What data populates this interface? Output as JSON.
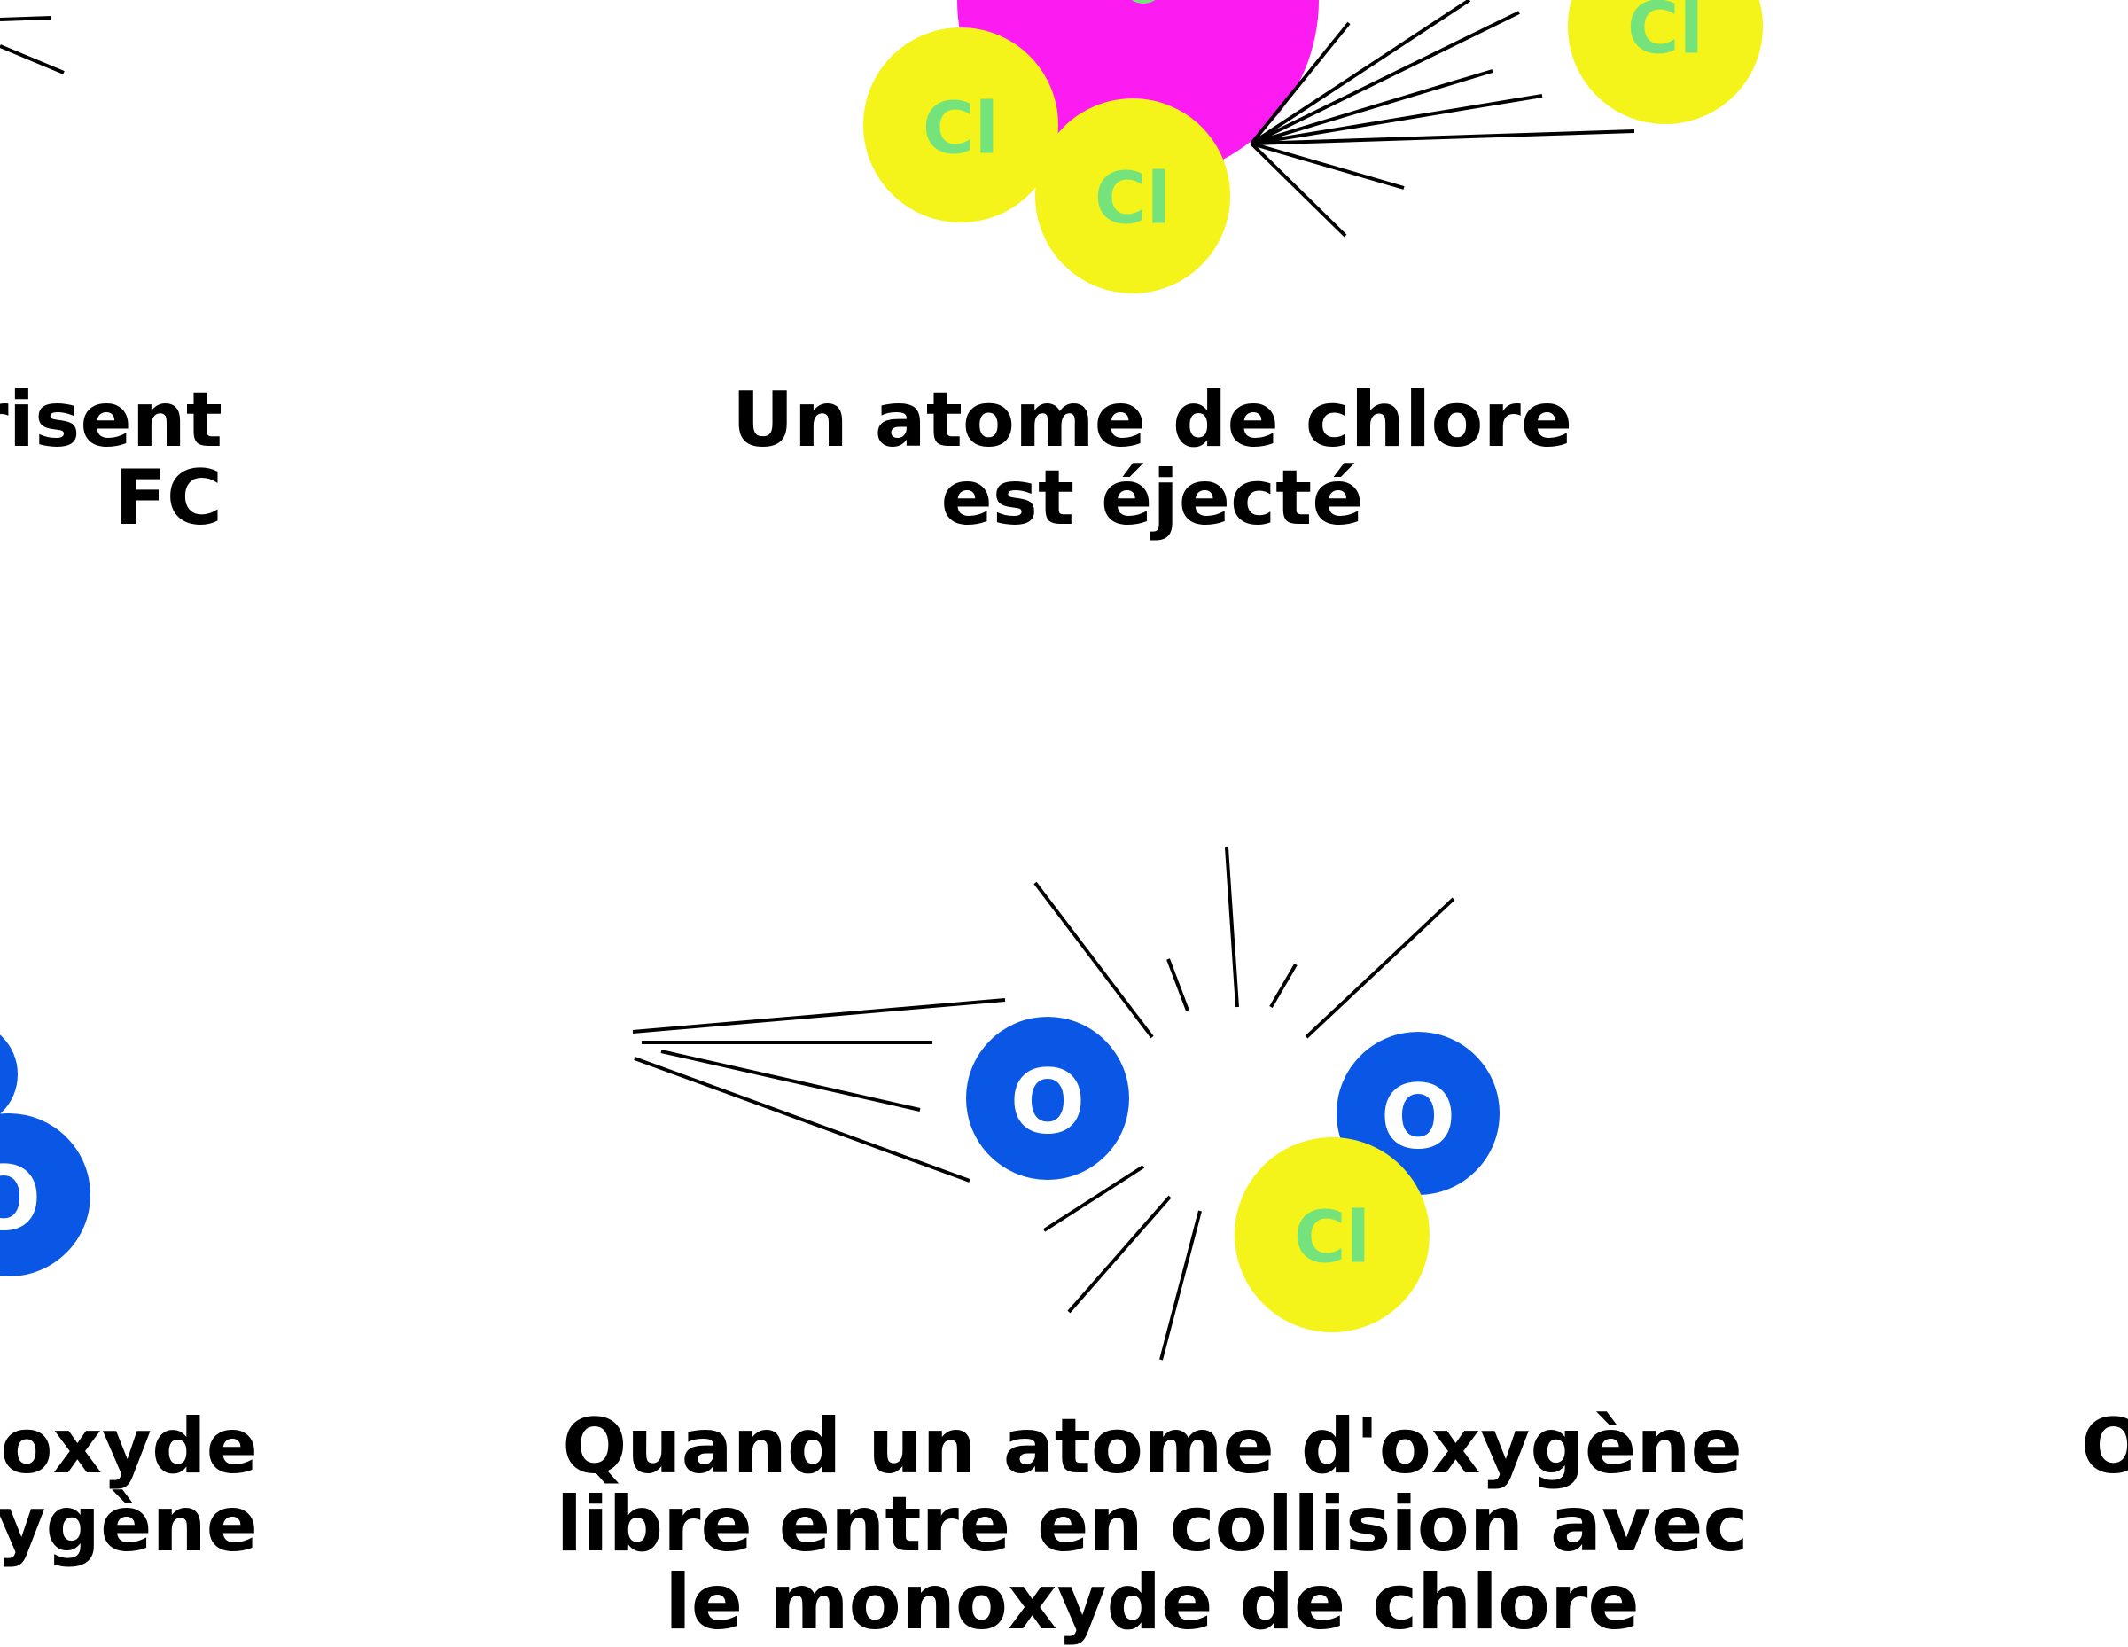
{
  "colors": {
    "chlorine": "#f4f31a",
    "chlorine_text": "#74e37c",
    "oxygen": "#0a57e6",
    "oxygen_text": "#ffffff",
    "carbon": "#fc1cf2",
    "line": "#000000",
    "caption": "#000000"
  },
  "atoms": {
    "chlorine_symbol": "Cl",
    "oxygen_symbol": "O"
  },
  "captions": {
    "top_left": [
      "risent",
      "FC"
    ],
    "top_center": [
      "Un atome de chlore",
      "est éjecté"
    ],
    "bottom_left": [
      "oxyde",
      "ygène"
    ],
    "bottom_center": [
      "Quand un atome d'oxygène",
      "libre entre en collision avec",
      "le monoxyde de chlore"
    ],
    "bottom_right": [
      "O"
    ]
  }
}
